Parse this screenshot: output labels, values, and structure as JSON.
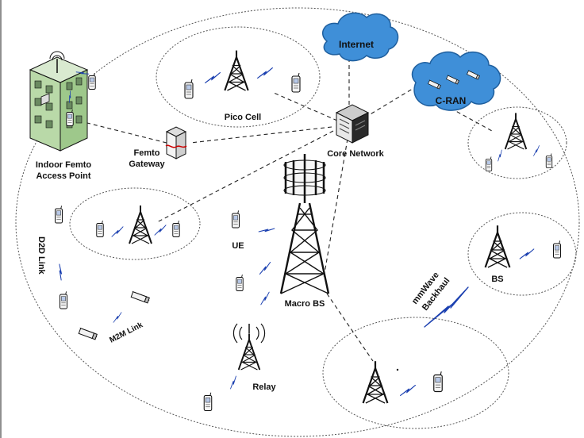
{
  "labels": {
    "internet": "Internet",
    "cran": "C-RAN",
    "pico_cell": "Pico Cell",
    "core_network": "Core Network",
    "femto_gateway_1": "Femto",
    "femto_gateway_2": "Gateway",
    "indoor_femto_1": "Indoor Femto",
    "indoor_femto_2": "Access Point",
    "d2d_link": "D2D Link",
    "ue": "UE",
    "macro_bs": "Macro BS",
    "relay": "Relay",
    "m2m_link": "M2M Link",
    "mmwave_1": "mmWave",
    "mmwave_2": "Backhaul",
    "bs": "BS"
  },
  "colors": {
    "cloud": "#3f8fd8",
    "cloud_edge": "#1f5f9e",
    "lightning_yellow": "#ffe000",
    "lightning_blue": "#1a3fb0",
    "building": "#b9d9a8",
    "line": "#222222"
  }
}
